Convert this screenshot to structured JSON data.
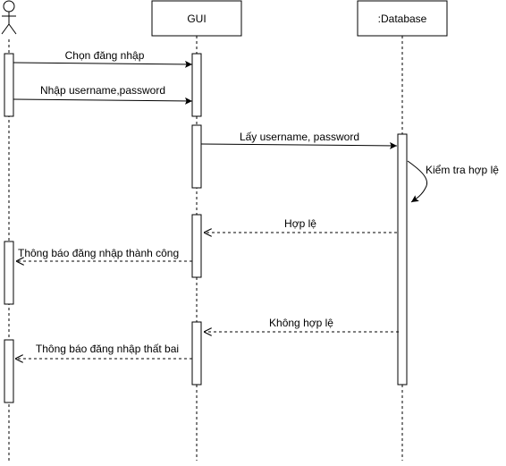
{
  "participants": {
    "gui": {
      "label": "GUI"
    },
    "database": {
      "label": ":Database"
    }
  },
  "messages": {
    "m1": "Chọn đăng nhập",
    "m2": "Nhập username,password",
    "m3": "Lấy username, password",
    "m4": "Kiểm tra hợp lệ",
    "m5": "Hợp lệ",
    "m6": "Thông báo đăng nhập thành công",
    "m7": "Không hợp lệ",
    "m8": "Thông báo đăng nhập thất bai"
  }
}
